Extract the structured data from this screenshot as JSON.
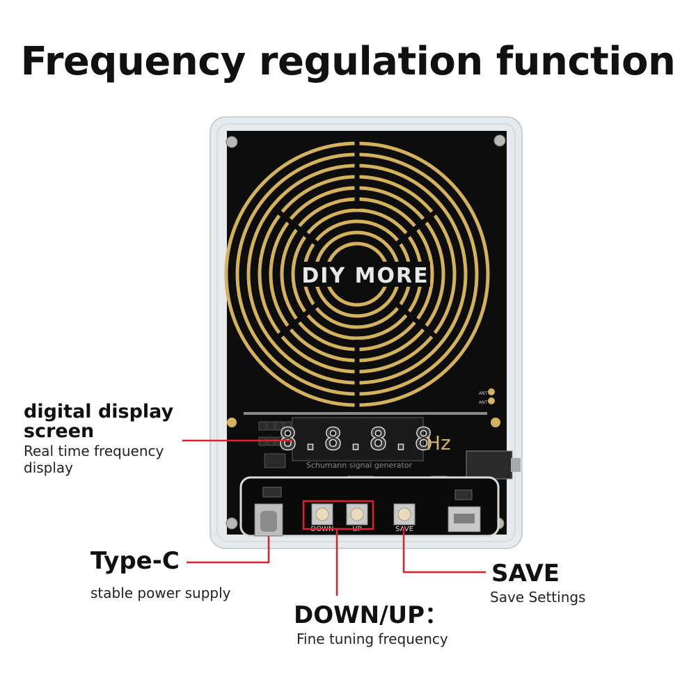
{
  "page": {
    "title": "Frequency regulation function"
  },
  "device": {
    "brand_logo": "DIY MORE",
    "display_value": "8.8.8.8",
    "display_unit": "Hz",
    "board_text": "Schumann signal generator",
    "ant_label_1": "ANT",
    "ant_label_2": "ANT",
    "button_down_label": "DOWN",
    "button_up_label": "UP",
    "button_save_label": "SAVE"
  },
  "callouts": {
    "display": {
      "title": "digital display screen",
      "subtitle": "Real time frequency display"
    },
    "typec": {
      "title": "Type-C",
      "subtitle": "stable power supply"
    },
    "downup": {
      "title": "DOWN/UP：",
      "subtitle": "Fine tuning frequency"
    },
    "save": {
      "title": "SAVE",
      "subtitle": "Save Settings"
    }
  },
  "colors": {
    "accent_red": "#e0212b",
    "coil_gold": "#d4b25c",
    "pcb_black": "#0d0d0d",
    "acrylic": "#e6eaec"
  }
}
